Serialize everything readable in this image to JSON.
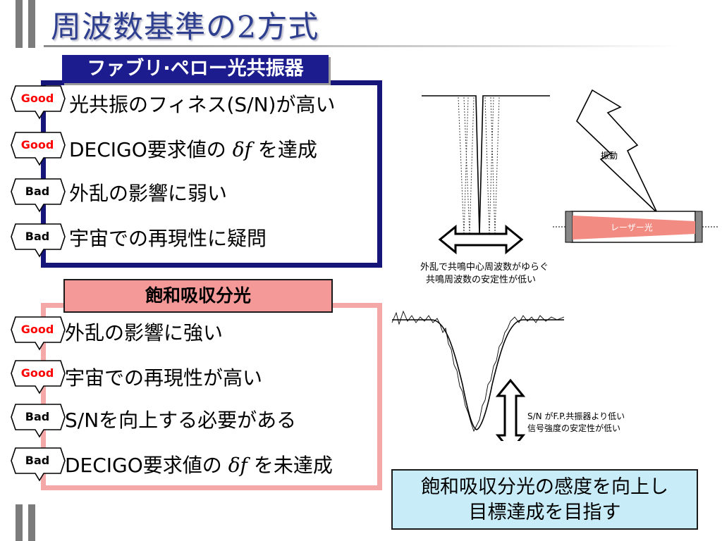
{
  "slide": {
    "title": "周波数基準の2方式"
  },
  "fabry_perot": {
    "header": "ファブリ·ペロー光共振器",
    "items": [
      {
        "badge": "Good",
        "text": "光共振のフィネス(S/N)が高い"
      },
      {
        "badge": "Good",
        "text_before": "DECIGO要求値の ",
        "symbol": "δf",
        "text_after": " を達成"
      },
      {
        "badge": "Bad",
        "text": "外乱の影響に弱い"
      },
      {
        "badge": "Bad",
        "text": "宇宙での再現性に疑問"
      }
    ]
  },
  "saturated_absorption": {
    "header": "飽和吸収分光",
    "items": [
      {
        "badge": "Good",
        "text": "外乱の影響に強い"
      },
      {
        "badge": "Good",
        "text": "宇宙での再現性が高い"
      },
      {
        "badge": "Bad",
        "text": "S/Nを向上する必要がある"
      },
      {
        "badge": "Bad",
        "text_before": "DECIGO要求値の ",
        "symbol": "δf",
        "text_after": " を未達成"
      }
    ]
  },
  "fp_figure": {
    "vibration_label": "振動",
    "laser_label": "レーザー光",
    "caption_line1": "外乱で共鳴中心周波数がゆらぐ",
    "caption_line2": "共鳴周波数の安定性が低い"
  },
  "sa_figure": {
    "caption_line1": "S/N がF.P.共振器より低い",
    "caption_line2": "信号強度の安定性が低い"
  },
  "conclusion": {
    "line1": "飽和吸収分光の感度を向上し",
    "line2": "目標達成を目指す"
  },
  "colors": {
    "title": "#2f3f8f",
    "fp_box": "#16167a",
    "sa_box": "#f4a8a8",
    "good_text": "#ff0000",
    "conclusion_bg": "#c8ecf8"
  }
}
